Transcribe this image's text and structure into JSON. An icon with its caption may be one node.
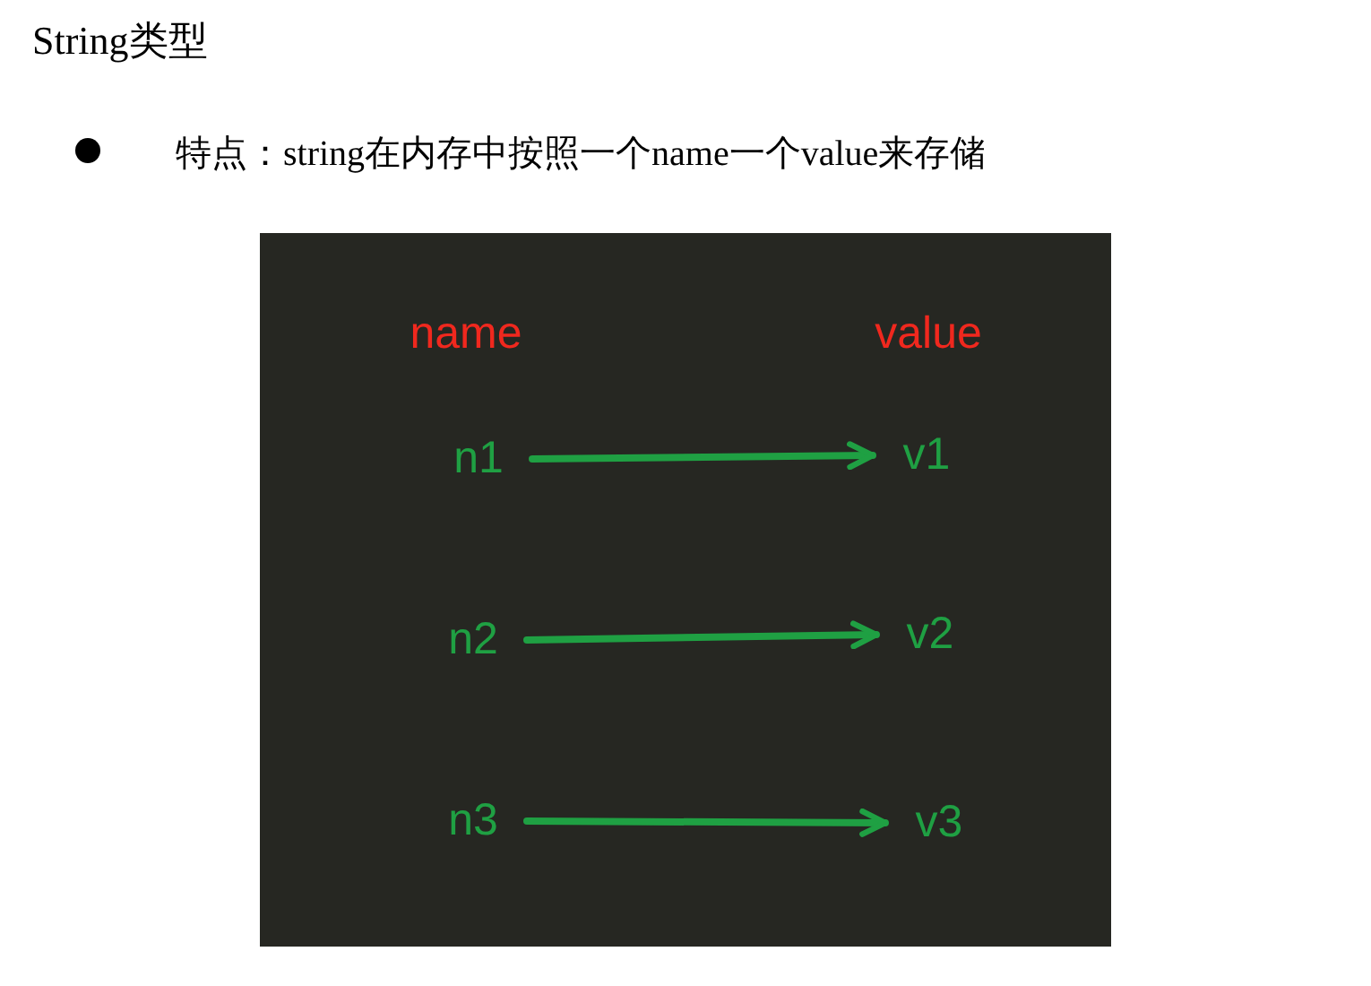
{
  "diagram": {
    "title": "String类型",
    "nodes": [
      {
        "text": [
          "n1"
        ]
      },
      {
        "text": [
          "v1"
        ]
      },
      {
        "text": [
          "n2"
        ]
      },
      {
        "text": [
          "v2"
        ]
      },
      {
        "text": [
          "n3"
        ]
      },
      {
        "text": [
          "v3"
        ]
      }
    ],
    "edges": [
      {
        "from": 0,
        "to": 1,
        "arrow": "to"
      },
      {
        "from": 2,
        "to": 3,
        "arrow": "to"
      },
      {
        "from": 4,
        "to": 5,
        "arrow": "to"
      }
    ],
    "labels": [
      "特点：string在内存中按照一个name一个value来存储",
      "name",
      "value"
    ]
  }
}
